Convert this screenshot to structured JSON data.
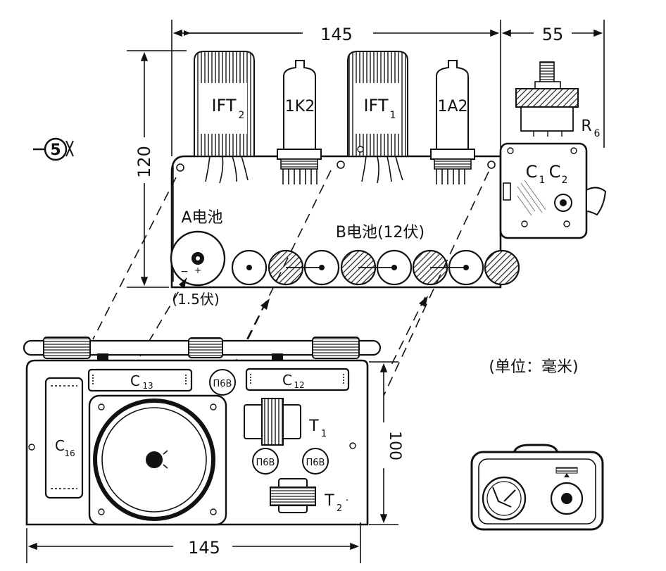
{
  "figure_number": "5",
  "dimensions": {
    "top_width": "145",
    "top_right": "55",
    "height_left": "120",
    "bottom_width": "145",
    "bottom_height": "100"
  },
  "components": {
    "ift2": "IFT",
    "ift2_sub": "2",
    "tube_1k2": "1K2",
    "ift1": "IFT",
    "ift1_sub": "1",
    "tube_1a2": "1A2",
    "r6": "R",
    "r6_sub": "6",
    "c1c2": "C",
    "c1_sub": "1",
    "c2": "C",
    "c2_sub": "2",
    "a_battery": "A电池",
    "a_battery_voltage": "(1.5伏)",
    "b_battery": "B电池(12伏)",
    "c13": "C",
    "c13_sub": "13",
    "c12": "C",
    "c12_sub": "12",
    "c16": "C",
    "c16_sub": "16",
    "t1": "T",
    "t1_sub": "1",
    "t2": "T",
    "t2_sub": "2",
    "transistor_1": "П6В",
    "transistor_2": "П6В",
    "transistor_3": "П6В"
  },
  "unit_note": "(单位：毫米)"
}
